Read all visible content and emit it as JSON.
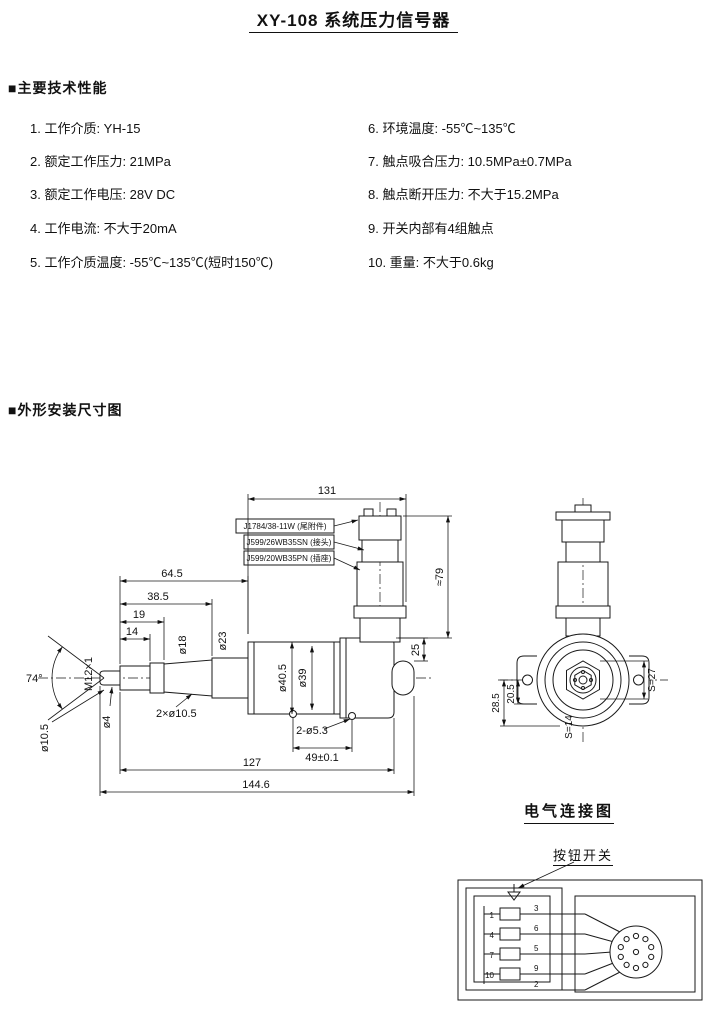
{
  "page": {
    "title": "XY-108 系统压力信号器"
  },
  "specs": {
    "heading": "■主要技术性能",
    "left": [
      "1. 工作介质:  YH-15",
      "2. 额定工作压力:  21MPa",
      "3. 额定工作电压:  28V DC",
      "4. 工作电流:  不大于20mA",
      "5. 工作介质温度:  -55℃~135℃(短时150℃)"
    ],
    "right": [
      "6. 环境温度: -55℃~135℃",
      "7. 触点吸合压力:  10.5MPa±0.7MPa",
      "8. 触点断开压力:  不大于15.2MPa",
      "9. 开关内部有4组触点",
      "10. 重量:  不大于0.6kg"
    ]
  },
  "drawing": {
    "heading": "■外形安装尺寸图",
    "callouts": [
      "J1784/38-11W (尾附件)",
      "J599/26WB35SN (接头)",
      "J599/20WB35PN (插座)"
    ],
    "dims": {
      "len131": "131",
      "approx79": "≈79",
      "len64_5": "64.5",
      "len38_5": "38.5",
      "len19": "19",
      "len14": "14",
      "dia18": "ø18",
      "dia23": "ø23",
      "dia40_5": "ø40.5",
      "dia39": "ø39",
      "len25": "25",
      "angle74": "74°",
      "thread": "M12×1",
      "dia4": "ø4",
      "dia10_5": "ø10.5",
      "holes_wrench": "2×ø10.5",
      "holes_mount": "2-ø5.3",
      "pitch49": "49±0.1",
      "len127": "127",
      "len144_6": "144.6",
      "h28_5": "28.5",
      "h20_5": "20.5",
      "s14": "S=14",
      "s27": "S=27"
    }
  },
  "electrical": {
    "heading": "电气连接图",
    "switch_label": "按钮开关",
    "pins_col1": [
      "1",
      "4",
      "7",
      "10"
    ],
    "pins_col2": [
      "3",
      "6",
      "5",
      "9",
      "2"
    ]
  }
}
